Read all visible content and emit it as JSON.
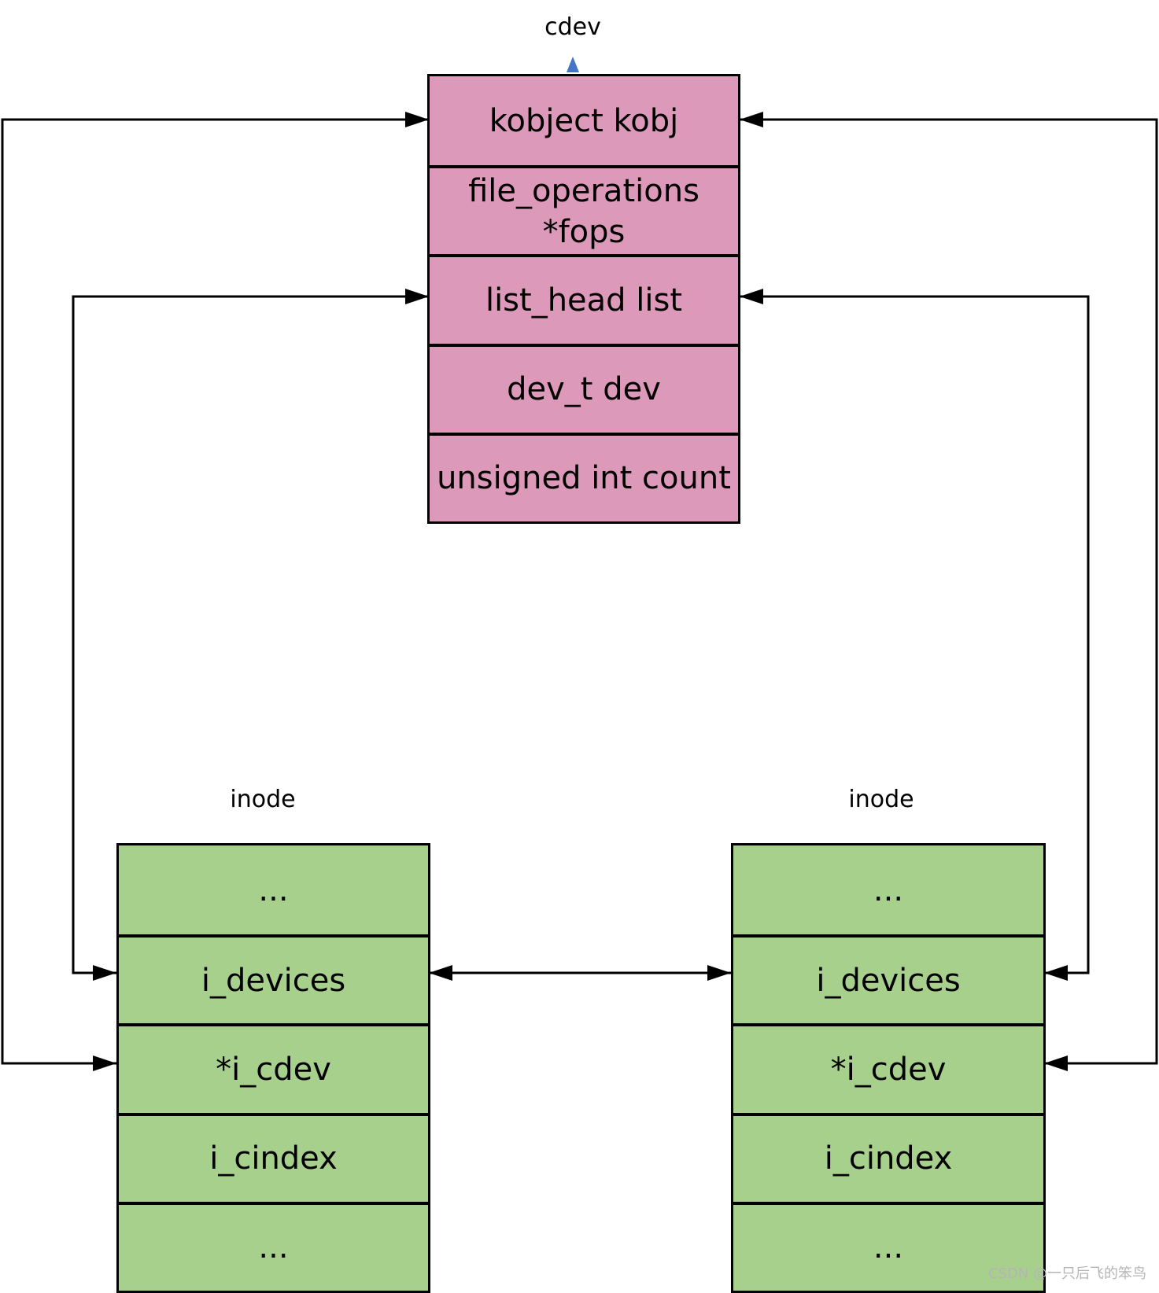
{
  "cdev": {
    "title": "cdev",
    "fields": [
      "kobject kobj",
      "file_operations\n*fops",
      "list_head list",
      "dev_t dev",
      "unsigned int count"
    ],
    "color": "#dd99b9"
  },
  "inode_left": {
    "title": "inode",
    "fields": [
      "...",
      "i_devices",
      "*i_cdev",
      "i_cindex",
      "..."
    ],
    "color": "#a8d08d"
  },
  "inode_right": {
    "title": "inode",
    "fields": [
      "...",
      "i_devices",
      "*i_cdev",
      "i_cindex",
      "..."
    ],
    "color": "#a8d08d"
  },
  "arrow_colors": {
    "connector": "#000000",
    "cdev_up": "#4472c4"
  },
  "watermark": "CSDN @一只后飞的笨鸟"
}
